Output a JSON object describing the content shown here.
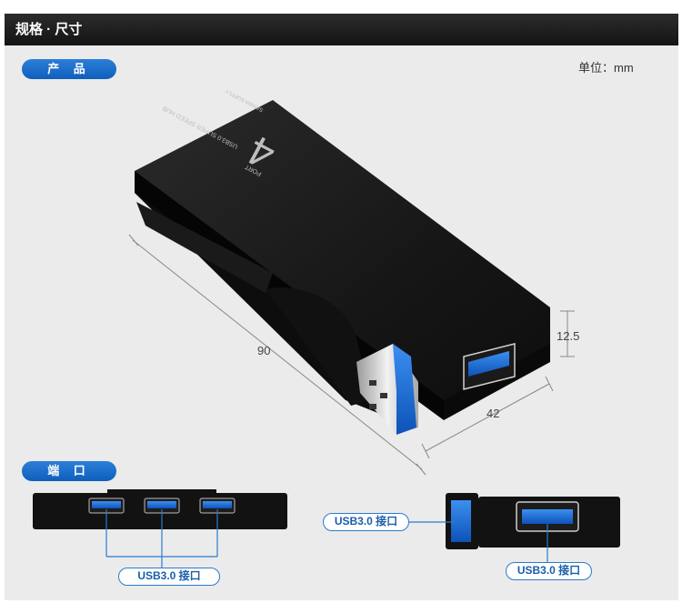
{
  "header": {
    "title": "规格 · 尺寸"
  },
  "sections": {
    "product": {
      "label": "产 品"
    },
    "ports": {
      "label": "端 口"
    }
  },
  "unit_label": "单位：mm",
  "dimensions": {
    "length": "90",
    "width": "42",
    "height": "12.5"
  },
  "device_printing": {
    "port_count": "4",
    "port_word": "PORT",
    "line1": "USB3.0 SUPER SPEED HUB",
    "brand": "SANWA SUPPLY"
  },
  "callouts": {
    "top_ports": "USB3.0 接口",
    "side_connector": "USB3.0 接口",
    "end_port": "USB3.0 接口"
  },
  "colors": {
    "accent": "#1469c9",
    "header_bg": "#1c1c1c",
    "panel_bg": "#ebebeb"
  }
}
